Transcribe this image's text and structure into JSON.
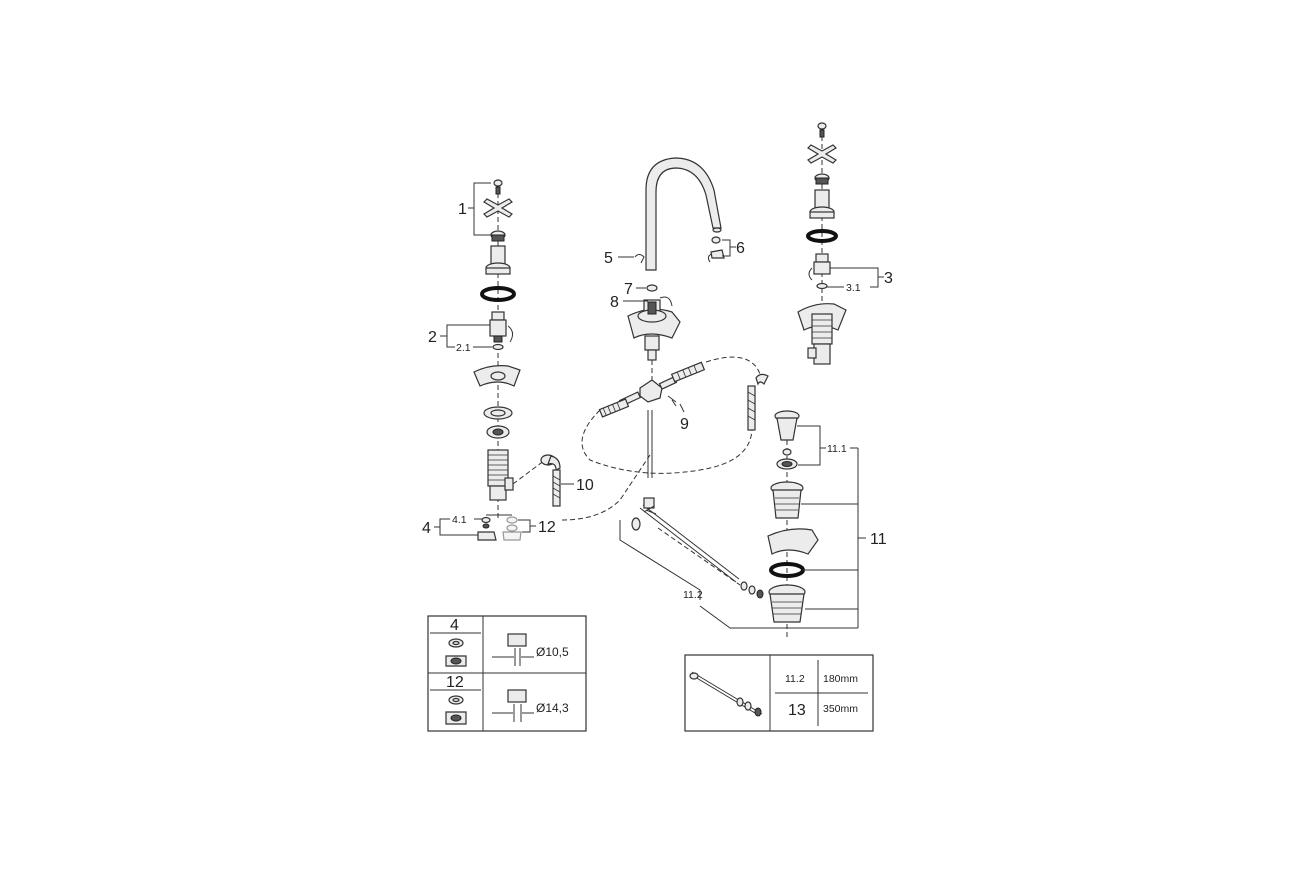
{
  "labels": {
    "l1": "1",
    "l2": "2",
    "l2_1": "2.1",
    "l3": "3",
    "l3_1": "3.1",
    "l4": "4",
    "l4_1": "4.1",
    "l5": "5",
    "l6": "6",
    "l7": "7",
    "l8": "8",
    "l9": "9",
    "l10": "10",
    "l11": "11",
    "l11_1": "11.1",
    "l11_2": "11.2",
    "l12": "12"
  },
  "table_left": {
    "rows": [
      {
        "part": "4",
        "diameter": "Ø10,5"
      },
      {
        "part": "12",
        "diameter": "Ø14,3"
      }
    ]
  },
  "table_right": {
    "rows": [
      {
        "part": "11.2",
        "length": "180mm"
      },
      {
        "part": "13",
        "length": "350mm"
      }
    ]
  }
}
